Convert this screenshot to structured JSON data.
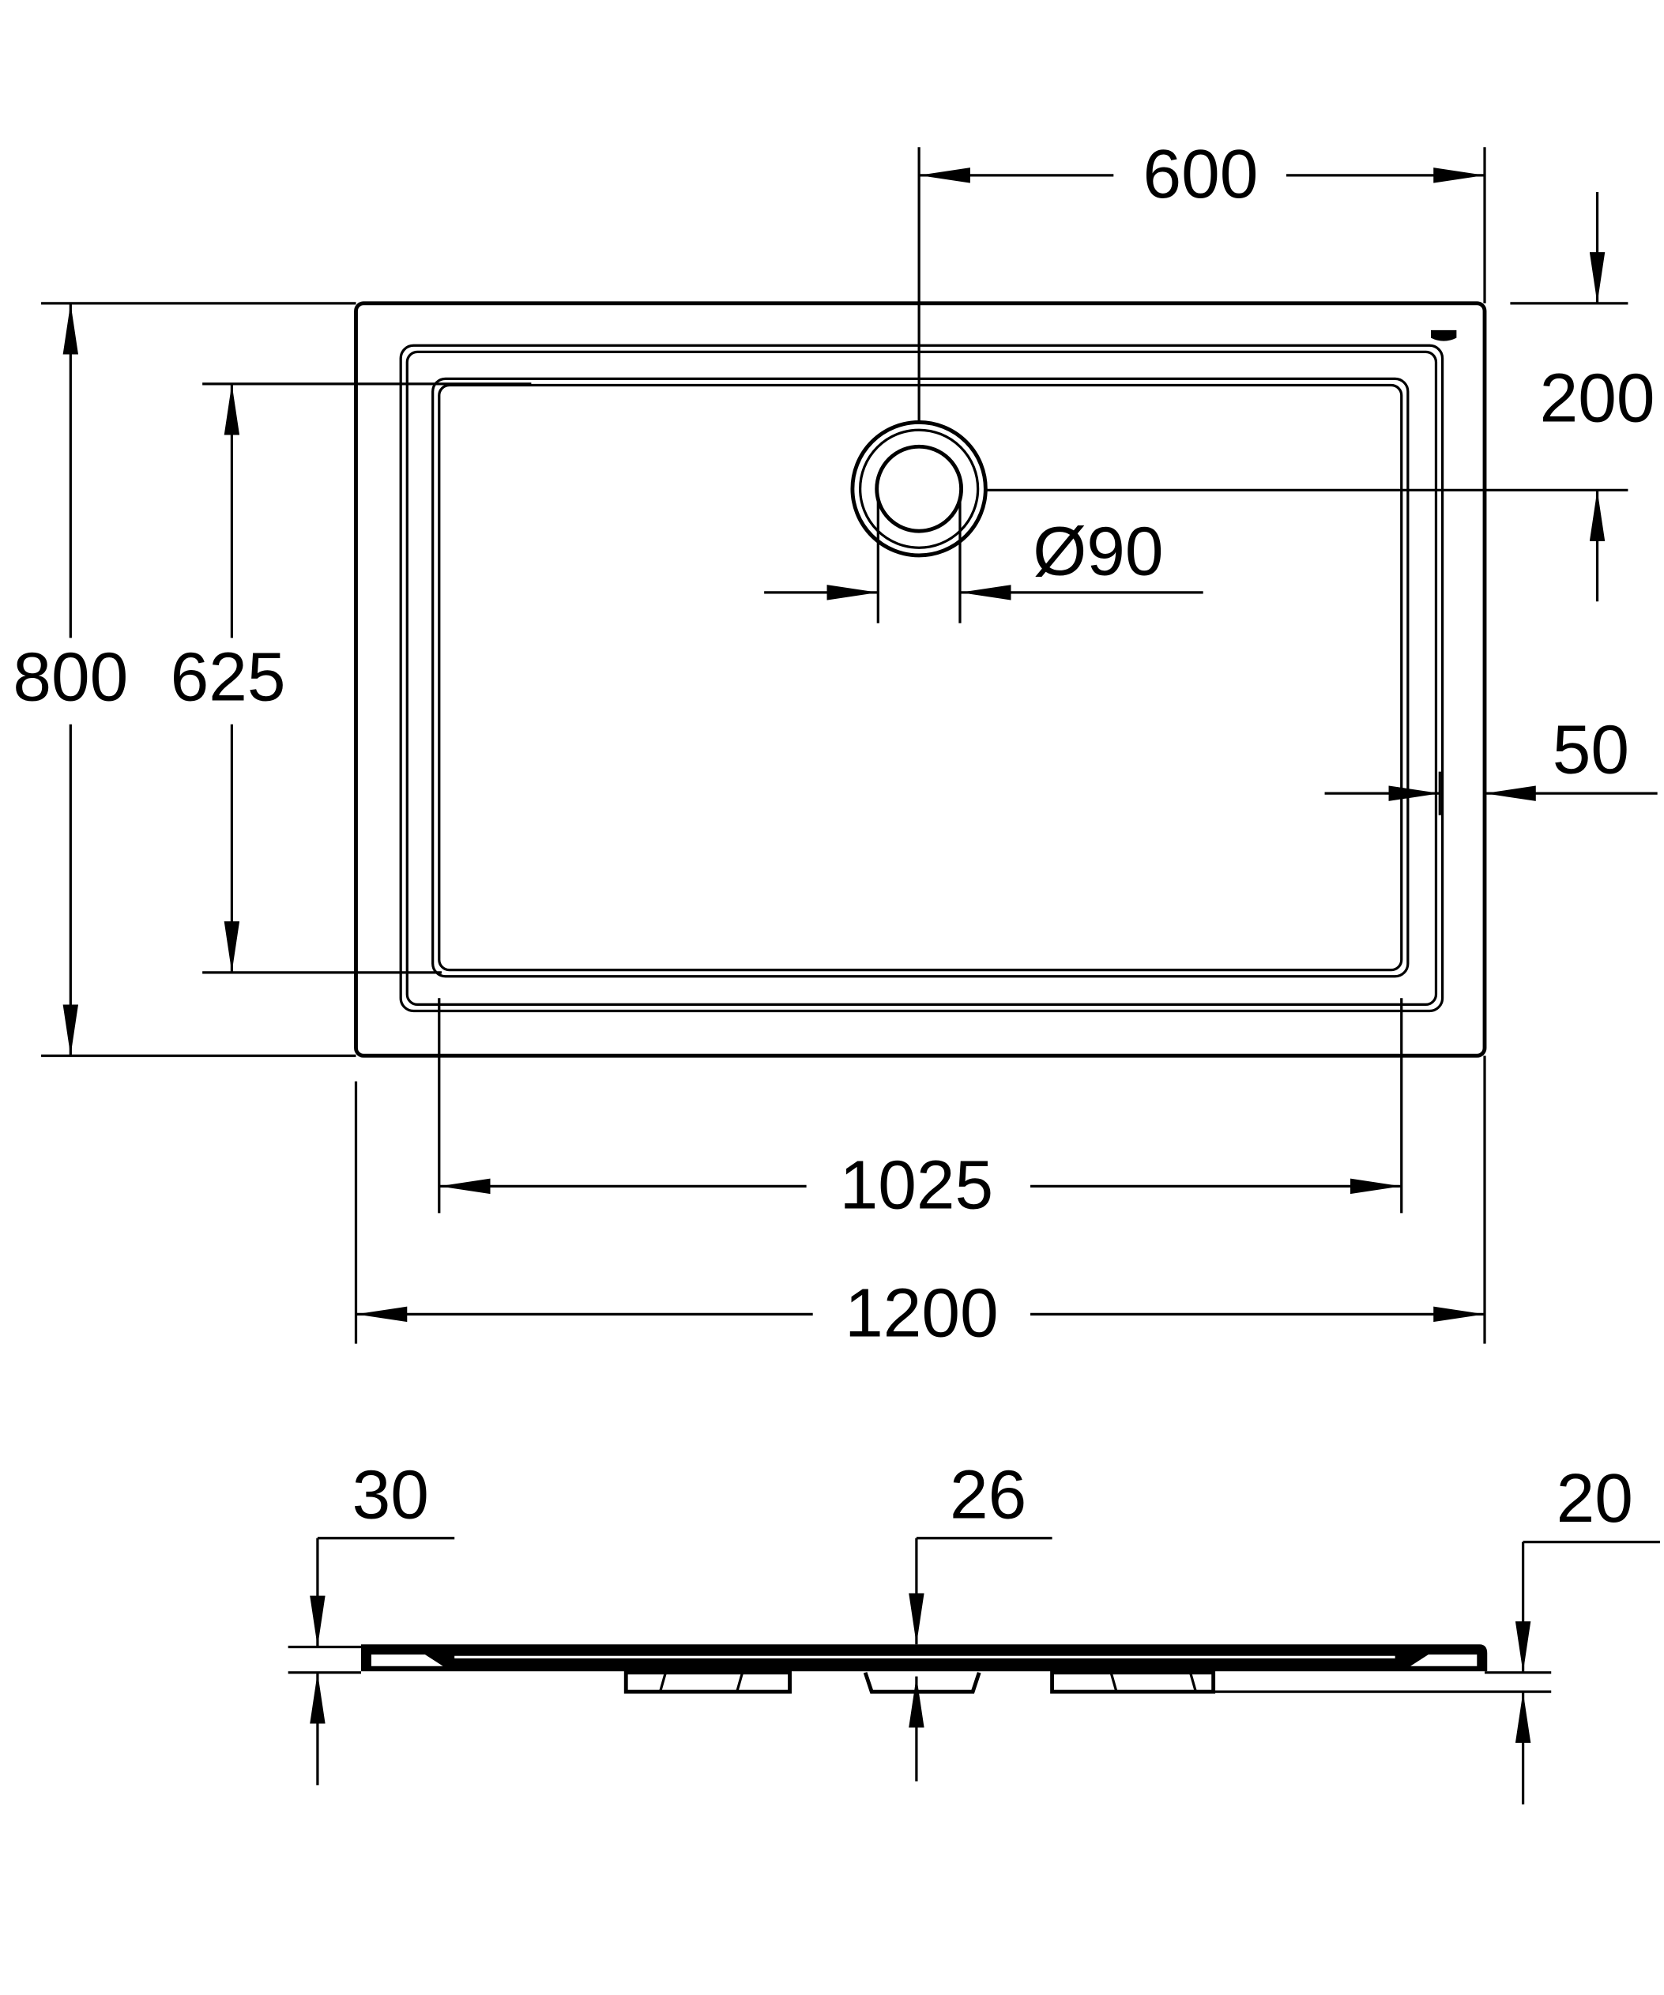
{
  "colors": {
    "line": "#000000",
    "background": "#ffffff"
  },
  "plan_view": {
    "dimensions": {
      "overall_length": "1200",
      "inner_length": "1025",
      "overall_width": "800",
      "inner_width": "625",
      "drain_offset_x": "600",
      "drain_offset_y": "200",
      "drain_diameter": "Ø90",
      "rim_width": "50"
    }
  },
  "side_view": {
    "dimensions": {
      "edge_height": "30",
      "drain_height": "26",
      "rim_height": "20"
    }
  }
}
